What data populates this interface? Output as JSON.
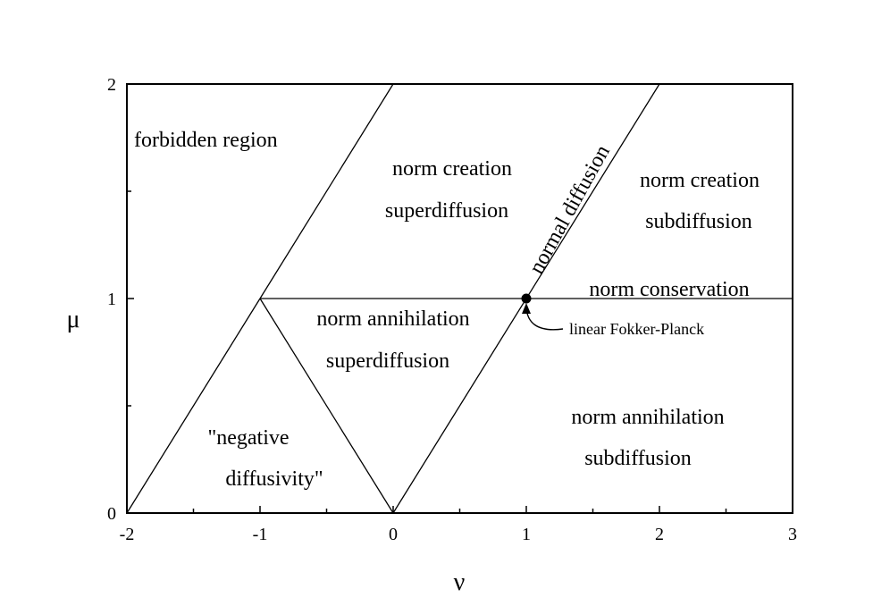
{
  "axes": {
    "x_title": "ν",
    "y_title": "μ",
    "x_ticks": [
      "-2",
      "-1",
      "0",
      "1",
      "2",
      "3"
    ],
    "y_ticks": [
      "0",
      "1",
      "2"
    ]
  },
  "regions": {
    "forbidden": "forbidden region",
    "creation_super_1": "norm creation",
    "creation_super_2": "superdiffusion",
    "normal_diffusion": "normal diffusion",
    "creation_sub_1": "norm creation",
    "creation_sub_2": "subdiffusion",
    "conservation": "norm conservation",
    "annih_super_1": "norm annihilation",
    "annih_super_2": "superdiffusion",
    "negative_1": "\"negative",
    "negative_2": "diffusivity\"",
    "annih_sub_1": "norm annihilation",
    "annih_sub_2": "subdiffusion"
  },
  "annotation": {
    "point_label": "linear Fokker-Planck",
    "point": {
      "nu": 1,
      "mu": 1
    }
  },
  "boundaries": [
    {
      "from": [
        -2,
        0
      ],
      "to": [
        -1,
        1
      ]
    },
    {
      "from": [
        -1,
        1
      ],
      "to": [
        0,
        2
      ]
    },
    {
      "from": [
        -1,
        1
      ],
      "to": [
        0,
        0
      ]
    },
    {
      "from": [
        0,
        0
      ],
      "to": [
        2,
        2
      ]
    },
    {
      "from": [
        -1,
        1
      ],
      "to": [
        3,
        1
      ]
    }
  ]
}
